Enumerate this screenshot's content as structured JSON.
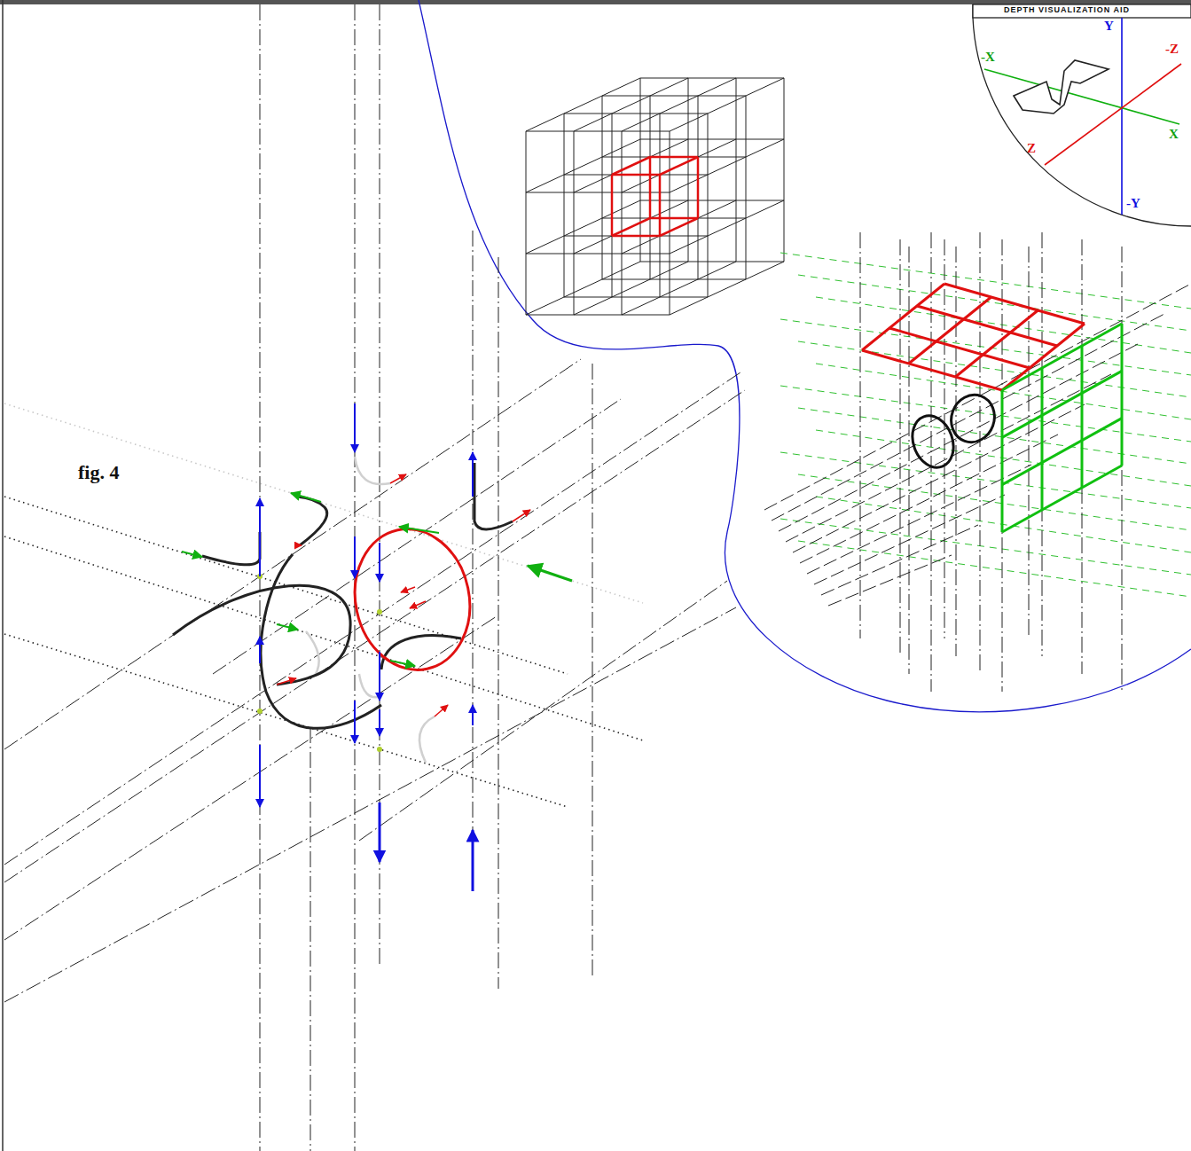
{
  "diagram": {
    "labels": [
      "fig. 4",
      "DEPTH VISUALIZATION AID",
      "Y",
      "-Z",
      "-X",
      "X",
      "Z",
      "-Y"
    ]
  }
}
